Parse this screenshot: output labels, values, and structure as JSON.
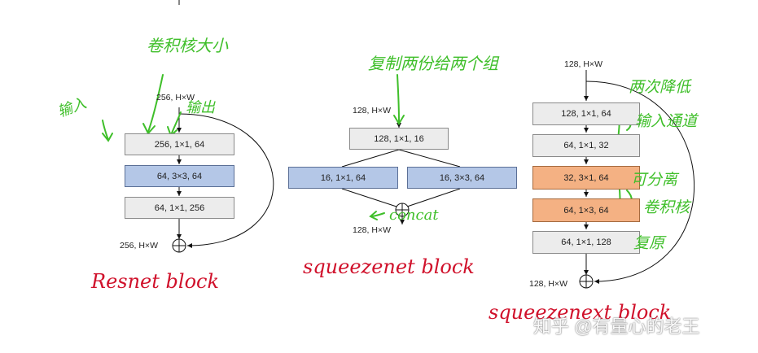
{
  "resnet": {
    "input_label": "256, H×W",
    "conv1": "256, 1×1, 64",
    "conv2": "64, 3×3, 64",
    "conv3": "64, 1×1, 256",
    "output_label": "256, H×W",
    "title": "Resnet block",
    "note_kernel": "卷积核大小",
    "note_input": "输入",
    "note_output": "输出"
  },
  "squeezenet": {
    "input_label": "128, H×W",
    "squeeze": "128, 1×1, 16",
    "expand1": "16, 1×1, 64",
    "expand3": "16, 3×3, 64",
    "output_label": "128, H×W",
    "title": "squeezenet block",
    "note_copy": "复制两份给两个组",
    "note_concat": "concat"
  },
  "squeezenext": {
    "input_label": "128, H×W",
    "conv1": "128, 1×1, 64",
    "conv2": "64, 1×1, 32",
    "conv3": "32, 3×1, 64",
    "conv4": "64, 1×3, 64",
    "conv5": "64, 1×1, 128",
    "output_label": "128, H×W",
    "title": "squeezenext block",
    "note_reduce": "两次降低",
    "note_channels": "输入通道",
    "note_separable": "可分离",
    "note_kernel": "卷积核",
    "note_restore": "复原"
  },
  "watermark": "知乎 @有量心的老王",
  "colors": {
    "annotation_red": "#d0112b",
    "annotation_green": "#3fbf2a",
    "box_gray": "#ececec",
    "box_blue": "#b4c7e7",
    "box_orange": "#f4b183"
  }
}
